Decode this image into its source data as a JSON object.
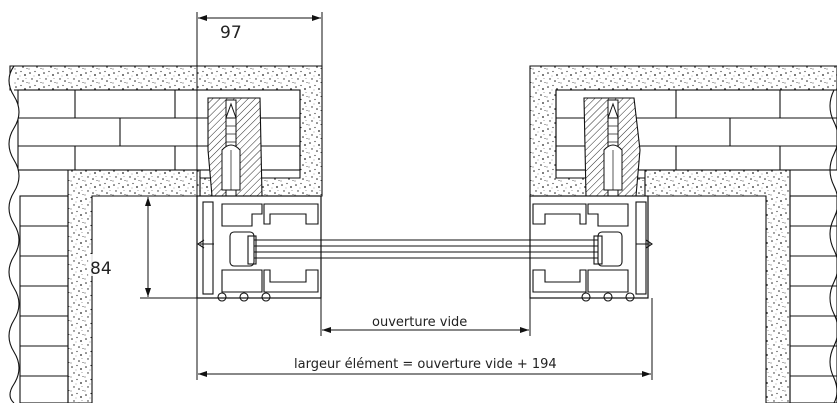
{
  "dimensions": {
    "top_width": "97",
    "side_height": "84",
    "clear_opening": "ouverture vide",
    "element_width": "largeur élément = ouverture vide + 194"
  },
  "colors": {
    "line": "#111111",
    "background": "#ffffff",
    "concrete_speckle": "#222222"
  }
}
